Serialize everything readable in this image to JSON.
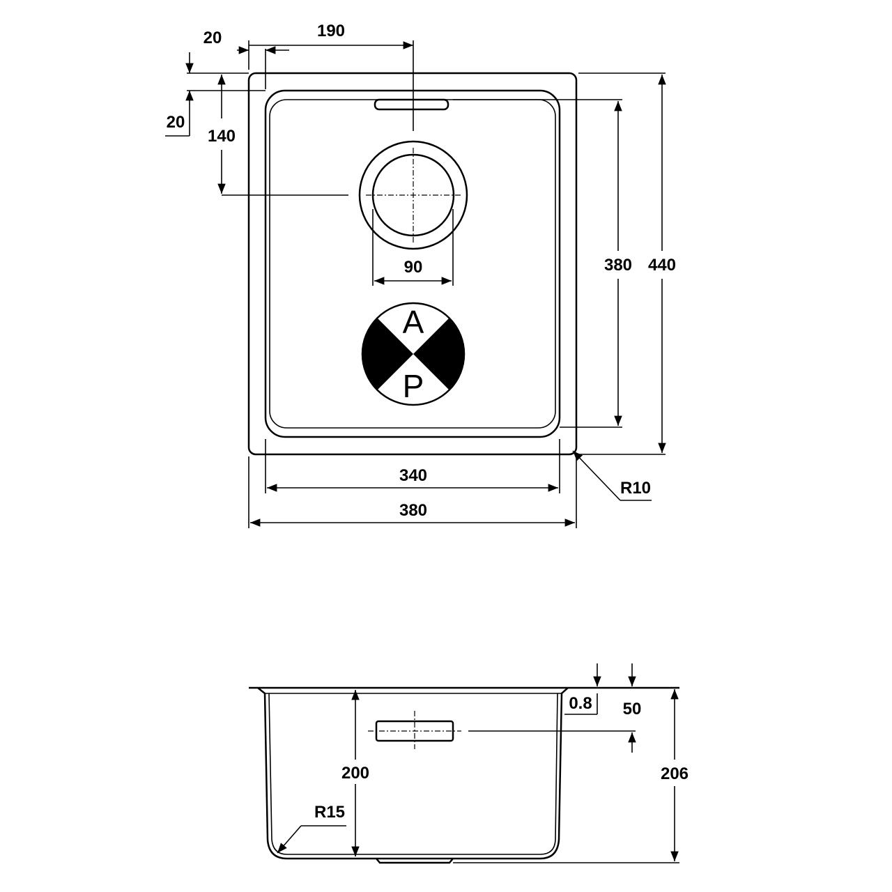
{
  "top_view": {
    "dim_overall_width": "380",
    "dim_bowl_width": "340",
    "dim_overall_depth": "440",
    "dim_bowl_depth": "380",
    "dim_drain_offset_x": "190",
    "dim_flange_x": "20",
    "dim_flange_y": "20",
    "dim_drain_offset_y": "140",
    "dim_drain_diameter": "90",
    "corner_radius": "R10",
    "logo_letters": [
      "A",
      "P"
    ]
  },
  "side_view": {
    "dim_bowl_height": "200",
    "dim_total_height": "206",
    "dim_thickness": "0.8",
    "dim_overflow": "50",
    "corner_radius": "R15"
  },
  "colors": {
    "line": "#000000",
    "background": "#ffffff"
  }
}
